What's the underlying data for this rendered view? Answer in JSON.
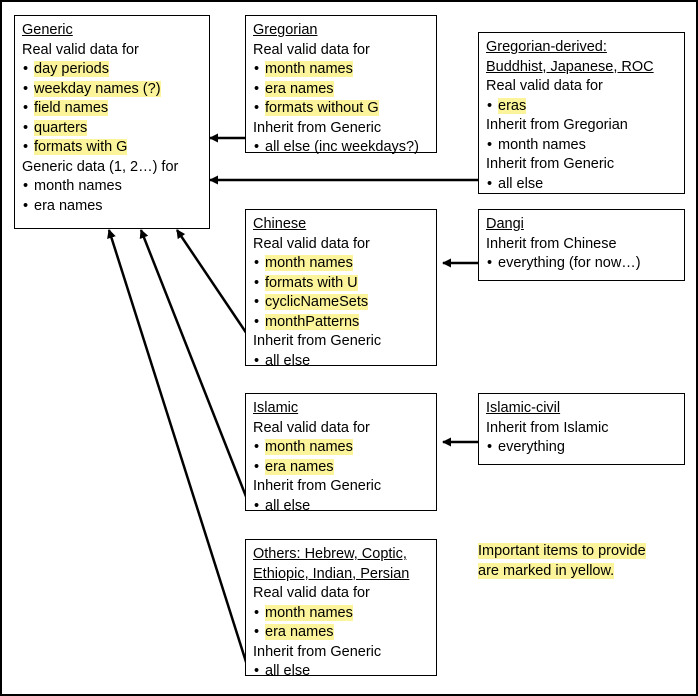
{
  "diagram": {
    "note": "Important items to provide\nare marked in yellow.",
    "boxes": [
      {
        "id": "generic",
        "title": "Generic",
        "lines": [
          {
            "text": "Real valid data for",
            "type": "plain",
            "highlight": false
          },
          {
            "text": "day periods",
            "type": "bullet",
            "highlight": true
          },
          {
            "text": "weekday names (?)",
            "type": "bullet",
            "highlight": true
          },
          {
            "text": "field names",
            "type": "bullet",
            "highlight": true
          },
          {
            "text": "quarters",
            "type": "bullet",
            "highlight": true
          },
          {
            "text": "formats with G",
            "type": "bullet",
            "highlight": true
          },
          {
            "text": "Generic data (1, 2…) for",
            "type": "plain",
            "highlight": false
          },
          {
            "text": "month names",
            "type": "bullet",
            "highlight": false
          },
          {
            "text": "era names",
            "type": "bullet",
            "highlight": false
          }
        ]
      },
      {
        "id": "gregorian",
        "title": "Gregorian",
        "lines": [
          {
            "text": "Real valid data for",
            "type": "plain",
            "highlight": false
          },
          {
            "text": "month names",
            "type": "bullet",
            "highlight": true
          },
          {
            "text": "era names",
            "type": "bullet",
            "highlight": true
          },
          {
            "text": "formats without G",
            "type": "bullet",
            "highlight": true
          },
          {
            "text": "Inherit from Generic",
            "type": "plain",
            "highlight": false
          },
          {
            "text": "all else (inc weekdays?)",
            "type": "bullet",
            "highlight": false
          }
        ]
      },
      {
        "id": "gregorian-derived",
        "title": "Gregorian-derived:\nBuddhist, Japanese, ROC",
        "lines": [
          {
            "text": "Real valid data for",
            "type": "plain",
            "highlight": false
          },
          {
            "text": "eras",
            "type": "bullet",
            "highlight": true
          },
          {
            "text": "Inherit from Gregorian",
            "type": "plain",
            "highlight": false
          },
          {
            "text": "month names",
            "type": "bullet",
            "highlight": false
          },
          {
            "text": "Inherit from Generic",
            "type": "plain",
            "highlight": false
          },
          {
            "text": "all else",
            "type": "bullet",
            "highlight": false
          }
        ]
      },
      {
        "id": "chinese",
        "title": "Chinese",
        "lines": [
          {
            "text": "Real valid data for",
            "type": "plain",
            "highlight": false
          },
          {
            "text": "month names",
            "type": "bullet",
            "highlight": true
          },
          {
            "text": "formats with U",
            "type": "bullet",
            "highlight": true
          },
          {
            "text": "cyclicNameSets",
            "type": "bullet",
            "highlight": true
          },
          {
            "text": "monthPatterns",
            "type": "bullet",
            "highlight": true
          },
          {
            "text": "Inherit from Generic",
            "type": "plain",
            "highlight": false
          },
          {
            "text": "all else",
            "type": "bullet",
            "highlight": false
          }
        ]
      },
      {
        "id": "dangi",
        "title": "Dangi",
        "lines": [
          {
            "text": "Inherit from Chinese",
            "type": "plain",
            "highlight": false
          },
          {
            "text": "everything (for now…)",
            "type": "bullet",
            "highlight": false
          }
        ]
      },
      {
        "id": "islamic",
        "title": "Islamic",
        "lines": [
          {
            "text": "Real valid data for",
            "type": "plain",
            "highlight": false
          },
          {
            "text": "month names",
            "type": "bullet",
            "highlight": true
          },
          {
            "text": "era names",
            "type": "bullet",
            "highlight": true
          },
          {
            "text": "Inherit from Generic",
            "type": "plain",
            "highlight": false
          },
          {
            "text": "all else",
            "type": "bullet",
            "highlight": false
          }
        ]
      },
      {
        "id": "islamic-civil",
        "title": "Islamic-civil",
        "lines": [
          {
            "text": "Inherit from Islamic",
            "type": "plain",
            "highlight": false
          },
          {
            "text": "everything",
            "type": "bullet",
            "highlight": false
          }
        ]
      },
      {
        "id": "others",
        "title": "Others: Hebrew, Coptic,\nEthiopic, Indian, Persian",
        "lines": [
          {
            "text": "Real valid data for",
            "type": "plain",
            "highlight": false
          },
          {
            "text": "month names",
            "type": "bullet",
            "highlight": true
          },
          {
            "text": "era names",
            "type": "bullet",
            "highlight": true
          },
          {
            "text": "Inherit from Generic",
            "type": "plain",
            "highlight": false
          },
          {
            "text": "all else",
            "type": "bullet",
            "highlight": false
          }
        ]
      }
    ],
    "colors": {
      "highlight": "#fbf49a",
      "line": "#000000",
      "background": "#ffffff"
    }
  }
}
